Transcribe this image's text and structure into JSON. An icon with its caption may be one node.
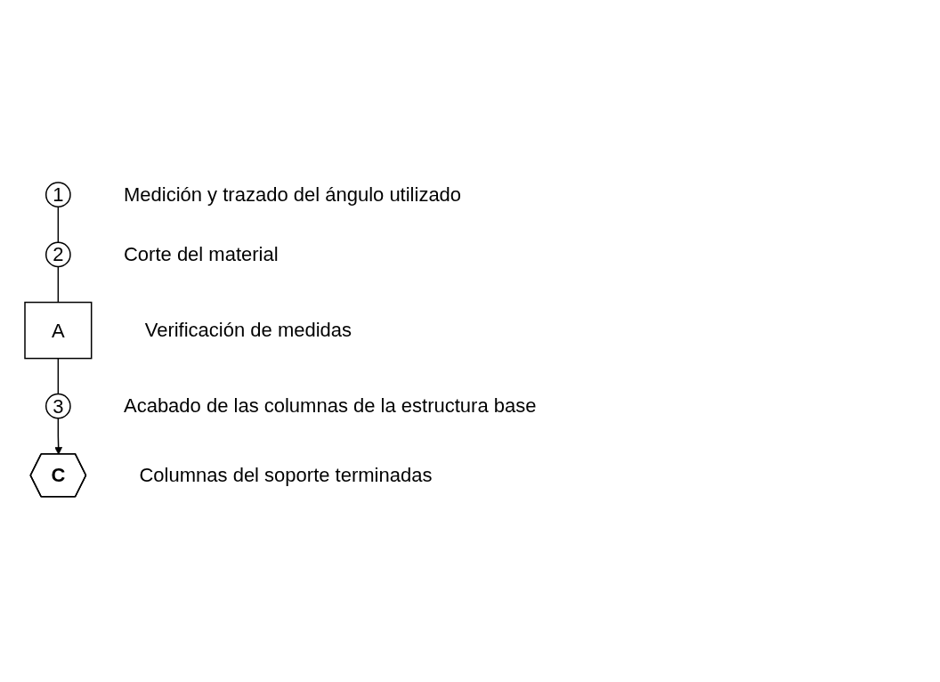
{
  "diagram": {
    "nodes": [
      {
        "text": [
          "1"
        ],
        "beside": [
          "Medición y trazado del ángulo utilizado"
        ]
      },
      {
        "text": [
          "2"
        ],
        "beside": [
          "Corte del material"
        ]
      },
      {
        "text": [
          "A"
        ],
        "beside": [
          "Verificación de medidas"
        ]
      },
      {
        "text": [
          "3"
        ],
        "beside": [
          "Acabado de las columnas de la estructura base"
        ]
      },
      {
        "text": [
          "C"
        ],
        "beside": [
          "Columnas del soporte terminadas"
        ]
      }
    ],
    "edges": [
      {
        "from": 0,
        "to": 1,
        "arrow": "none"
      },
      {
        "from": 1,
        "to": 2,
        "arrow": "none"
      },
      {
        "from": 2,
        "to": 3,
        "arrow": "none"
      },
      {
        "from": 3,
        "to": 4,
        "arrow": "to"
      }
    ]
  }
}
